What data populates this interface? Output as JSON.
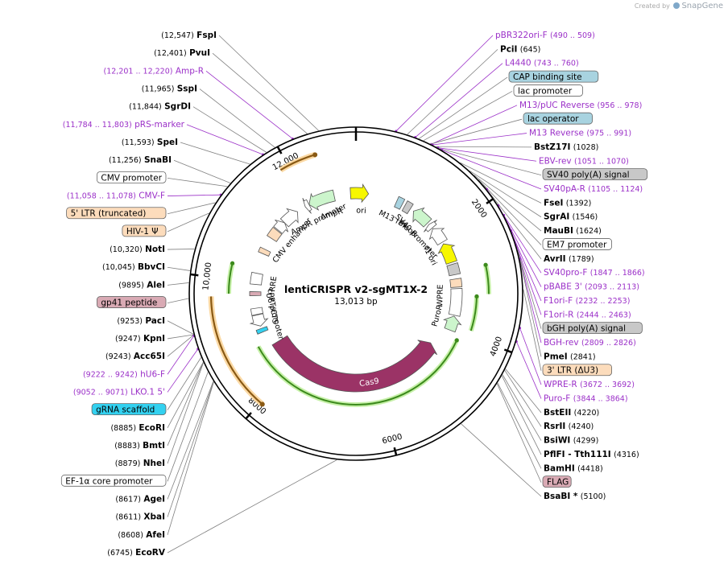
{
  "app": {
    "credit_prefix": "Created by",
    "credit_brand": "SnapGene"
  },
  "plasmid": {
    "name": "lentiCRISPR v2-sgMT1X-2",
    "length_label": "13,013 bp",
    "total_bp": 13013
  },
  "colors": {
    "enzyme": "#000000",
    "primer": "#9b30c8",
    "leader": "#808080",
    "primer_leader": "#9b30c8",
    "backbone": "#000000"
  },
  "ticks": [
    {
      "label": "2000",
      "pos": 2000
    },
    {
      "label": "4000",
      "pos": 4000
    },
    {
      "label": "6000",
      "pos": 6000
    },
    {
      "label": "8000",
      "pos": 8000
    },
    {
      "label": "10,000",
      "pos": 10000
    },
    {
      "label": "12,000",
      "pos": 12000
    }
  ],
  "labels_left": [
    {
      "kind": "enzyme",
      "name": "FspI",
      "coord": "(12,547)",
      "pos": 12547
    },
    {
      "kind": "enzyme",
      "name": "PvuI",
      "coord": "(12,401)",
      "pos": 12401
    },
    {
      "kind": "primer",
      "name": "Amp-R",
      "coord": "(12,201 .. 12,220)",
      "pos": 12210
    },
    {
      "kind": "enzyme",
      "name": "SspI",
      "coord": "(11,965)",
      "pos": 11965
    },
    {
      "kind": "enzyme",
      "name": "SgrDI",
      "coord": "(11,844)",
      "pos": 11844
    },
    {
      "kind": "primer",
      "name": "pRS-marker",
      "coord": "(11,784 .. 11,803)",
      "pos": 11793
    },
    {
      "kind": "enzyme",
      "name": "SpeI",
      "coord": "(11,593)",
      "pos": 11593
    },
    {
      "kind": "enzyme",
      "name": "SnaBI",
      "coord": "(11,256)",
      "pos": 11256
    },
    {
      "kind": "feature",
      "name": "CMV promoter",
      "fill": "#ffffff",
      "pos": 11200
    },
    {
      "kind": "primer",
      "name": "CMV-F",
      "coord": "(11,058 .. 11,078)",
      "pos": 11068
    },
    {
      "kind": "feature",
      "name": "5' LTR (truncated)",
      "fill": "#fcdcbc",
      "pos": 10950
    },
    {
      "kind": "feature",
      "name": "HIV-1 Ψ",
      "fill": "#fcdcbc",
      "pos": 10800
    },
    {
      "kind": "enzyme",
      "name": "NotI",
      "coord": "(10,320)",
      "pos": 10320
    },
    {
      "kind": "enzyme",
      "name": "BbvCI",
      "coord": "(10,045)",
      "pos": 10045
    },
    {
      "kind": "enzyme",
      "name": "AleI",
      "coord": "(9895)",
      "pos": 9895
    },
    {
      "kind": "feature",
      "name": "gp41 peptide",
      "fill": "#d9aab4",
      "pos": 9700
    },
    {
      "kind": "enzyme",
      "name": "PacI",
      "coord": "(9253)",
      "pos": 9253
    },
    {
      "kind": "enzyme",
      "name": "KpnI",
      "coord": "(9247)",
      "pos": 9247
    },
    {
      "kind": "enzyme",
      "name": "Acc65I",
      "coord": "(9243)",
      "pos": 9243
    },
    {
      "kind": "primer",
      "name": "hU6-F",
      "coord": "(9222 .. 9242)",
      "pos": 9232
    },
    {
      "kind": "primer",
      "name": "LKO.1 5'",
      "coord": "(9052 .. 9071)",
      "pos": 9061
    },
    {
      "kind": "feature",
      "name": "gRNA scaffold",
      "fill": "#33d1f0",
      "pos": 8950
    },
    {
      "kind": "enzyme",
      "name": "EcoRI",
      "coord": "(8885)",
      "pos": 8885
    },
    {
      "kind": "enzyme",
      "name": "BmtI",
      "coord": "(8883)",
      "pos": 8883
    },
    {
      "kind": "enzyme",
      "name": "NheI",
      "coord": "(8879)",
      "pos": 8879
    },
    {
      "kind": "feature",
      "name": "EF-1α core promoter",
      "fill": "#ffffff",
      "pos": 8750
    },
    {
      "kind": "enzyme",
      "name": "AgeI",
      "coord": "(8617)",
      "pos": 8617
    },
    {
      "kind": "enzyme",
      "name": "XbaI",
      "coord": "(8611)",
      "pos": 8611
    },
    {
      "kind": "enzyme",
      "name": "AfeI",
      "coord": "(8608)",
      "pos": 8608
    },
    {
      "kind": "enzyme",
      "name": "EcoRV",
      "coord": "(6745)",
      "pos": 6745
    }
  ],
  "labels_right": [
    {
      "kind": "primer",
      "name": "pBR322ori-F",
      "coord": "(490 .. 509)",
      "pos": 500
    },
    {
      "kind": "enzyme",
      "name": "PciI",
      "coord": "(645)",
      "pos": 645
    },
    {
      "kind": "primer",
      "name": "L4440",
      "coord": "(743 .. 760)",
      "pos": 751
    },
    {
      "kind": "feature",
      "name": "CAP binding site",
      "fill": "#a8d3e0",
      "pos": 800
    },
    {
      "kind": "feature",
      "name": "lac promoter",
      "fill": "#ffffff",
      "pos": 860
    },
    {
      "kind": "primer",
      "name": "M13/pUC Reverse",
      "coord": "(956 .. 978)",
      "pos": 967
    },
    {
      "kind": "feature",
      "name": "lac operator",
      "fill": "#a8d3e0",
      "pos": 960
    },
    {
      "kind": "primer",
      "name": "M13 Reverse",
      "coord": "(975 .. 991)",
      "pos": 983
    },
    {
      "kind": "enzyme",
      "name": "BstZ17I",
      "coord": "(1028)",
      "pos": 1028
    },
    {
      "kind": "primer",
      "name": "EBV-rev",
      "coord": "(1051 .. 1070)",
      "pos": 1060
    },
    {
      "kind": "feature",
      "name": "SV40 poly(A) signal",
      "fill": "#c8c8c8",
      "pos": 1080
    },
    {
      "kind": "primer",
      "name": "SV40pA-R",
      "coord": "(1105 .. 1124)",
      "pos": 1114
    },
    {
      "kind": "enzyme",
      "name": "FseI",
      "coord": "(1392)",
      "pos": 1392
    },
    {
      "kind": "enzyme",
      "name": "SgrAI",
      "coord": "(1546)",
      "pos": 1546
    },
    {
      "kind": "enzyme",
      "name": "MauBI",
      "coord": "(1624)",
      "pos": 1624
    },
    {
      "kind": "feature",
      "name": "EM7 promoter",
      "fill": "#ffffff",
      "pos": 1700
    },
    {
      "kind": "enzyme",
      "name": "AvrII",
      "coord": "(1789)",
      "pos": 1789
    },
    {
      "kind": "primer",
      "name": "SV40pro-F",
      "coord": "(1847 .. 1866)",
      "pos": 1856
    },
    {
      "kind": "primer",
      "name": "pBABE 3'",
      "coord": "(2093 .. 2113)",
      "pos": 2103
    },
    {
      "kind": "primer",
      "name": "F1ori-F",
      "coord": "(2232 .. 2253)",
      "pos": 2242
    },
    {
      "kind": "primer",
      "name": "F1ori-R",
      "coord": "(2444 .. 2463)",
      "pos": 2453
    },
    {
      "kind": "feature",
      "name": "bGH poly(A) signal",
      "fill": "#c8c8c8",
      "pos": 2700
    },
    {
      "kind": "primer",
      "name": "BGH-rev",
      "coord": "(2809 .. 2826)",
      "pos": 2817
    },
    {
      "kind": "enzyme",
      "name": "PmeI",
      "coord": "(2841)",
      "pos": 2841
    },
    {
      "kind": "feature",
      "name": "3' LTR (ΔU3)",
      "fill": "#fcdcbc",
      "pos": 3200
    },
    {
      "kind": "primer",
      "name": "WPRE-R",
      "coord": "(3672 .. 3692)",
      "pos": 3682
    },
    {
      "kind": "primer",
      "name": "Puro-F",
      "coord": "(3844 .. 3864)",
      "pos": 3854
    },
    {
      "kind": "enzyme",
      "name": "BstEII",
      "coord": "(4220)",
      "pos": 4220
    },
    {
      "kind": "enzyme",
      "name": "RsrII",
      "coord": "(4240)",
      "pos": 4240
    },
    {
      "kind": "enzyme",
      "name": "BsiWI",
      "coord": "(4299)",
      "pos": 4299
    },
    {
      "kind": "enzyme",
      "name": "PflFI - Tth111I",
      "coord": "(4316)",
      "pos": 4316
    },
    {
      "kind": "enzyme",
      "name": "BamHI",
      "coord": "(4418)",
      "pos": 4418
    },
    {
      "kind": "feature",
      "name": "FLAG",
      "fill": "#d9aab4",
      "pos": 4430
    },
    {
      "kind": "enzyme",
      "name": "BsaBI *",
      "coord": "(5100)",
      "pos": 5100
    }
  ],
  "inner_labels": [
    {
      "text": "M13 rev",
      "pos": 960
    },
    {
      "text": "BleoR",
      "pos": 1390
    },
    {
      "text": "SV40 promoter",
      "pos": 1680
    },
    {
      "text": "f1 ori",
      "pos": 2280
    },
    {
      "text": "WPRE",
      "pos": 3300
    },
    {
      "text": "PuroR",
      "pos": 3800
    },
    {
      "text": "Cas9",
      "pos": 6200
    },
    {
      "text": "U6 promoter",
      "pos": 9200
    },
    {
      "text": "cPPT/CTS",
      "pos": 9450
    },
    {
      "text": "RRE",
      "pos": 10000
    },
    {
      "text": "CMV enhancer",
      "pos": 11200
    },
    {
      "text": "AmpR promoter",
      "pos": 12050
    },
    {
      "text": "AmpR",
      "pos": 12400
    },
    {
      "text": "ori",
      "pos": 130
    }
  ],
  "features": [
    {
      "name": "ori",
      "start": 12900,
      "end": 260,
      "ring": "inner",
      "fill": "#f7f700",
      "dir": 1
    },
    {
      "name": "AmpR",
      "start": 12010,
      "end": 12560,
      "ring": "inner",
      "fill": "#ccf5cc",
      "dir": -1
    },
    {
      "name": "AmpR promoter",
      "start": 11920,
      "end": 12010,
      "ring": "inner",
      "fill": "#ffffff",
      "dir": -1
    },
    {
      "name": "CMV enhancer",
      "start": 11380,
      "end": 11730,
      "ring": "inner",
      "fill": "#ffffff",
      "dir": 1
    },
    {
      "name": "CMV promoter",
      "start": 11180,
      "end": 11380,
      "ring": "inner",
      "fill": "#ffffff",
      "dir": 1
    },
    {
      "name": "5' LTR",
      "start": 10960,
      "end": 11160,
      "ring": "inner",
      "fill": "#fcdcbc",
      "dir": 0
    },
    {
      "name": "HIV-1 psi",
      "start": 10600,
      "end": 10700,
      "ring": "inner",
      "fill": "#fcdcbc",
      "dir": 0
    },
    {
      "name": "RRE",
      "start": 9950,
      "end": 10180,
      "ring": "inner",
      "fill": "#ffffff",
      "dir": 0
    },
    {
      "name": "gp41 peptide",
      "start": 9720,
      "end": 9800,
      "ring": "inner",
      "fill": "#d9aab4",
      "dir": 0
    },
    {
      "name": "cPPT/CTS",
      "start": 9330,
      "end": 9460,
      "ring": "inner",
      "fill": "#ffffff",
      "dir": 0
    },
    {
      "name": "U6 promoter",
      "start": 9080,
      "end": 9320,
      "ring": "inner",
      "fill": "#ffffff",
      "dir": -1
    },
    {
      "name": "gRNA scaffold",
      "start": 8950,
      "end": 9030,
      "ring": "inner",
      "fill": "#33d1f0",
      "dir": 0
    },
    {
      "name": "Cas9",
      "start": 4460,
      "end": 8620,
      "ring": "cas9",
      "fill": "#9b3366",
      "dir": -1
    },
    {
      "name": "PuroR",
      "start": 3720,
      "end": 4020,
      "ring": "inner",
      "fill": "#ccf5cc",
      "dir": -1
    },
    {
      "name": "WPRE",
      "start": 3150,
      "end": 3700,
      "ring": "inner",
      "fill": "#ffffff",
      "dir": 0
    },
    {
      "name": "3' LTR",
      "start": 2950,
      "end": 3120,
      "ring": "inner",
      "fill": "#fcdcbc",
      "dir": 0
    },
    {
      "name": "bGH",
      "start": 2640,
      "end": 2860,
      "ring": "inner",
      "fill": "#c8c8c8",
      "dir": 0
    },
    {
      "name": "f1 ori",
      "start": 2180,
      "end": 2600,
      "ring": "inner",
      "fill": "#f7f700",
      "dir": -1
    },
    {
      "name": "SV40 promoter",
      "start": 1800,
      "end": 2140,
      "ring": "inner",
      "fill": "#ffffff",
      "dir": -1
    },
    {
      "name": "EM7",
      "start": 1680,
      "end": 1780,
      "ring": "inner",
      "fill": "#ffffff",
      "dir": -1
    },
    {
      "name": "BleoR",
      "start": 1260,
      "end": 1640,
      "ring": "inner",
      "fill": "#ccf5cc",
      "dir": -1
    },
    {
      "name": "SV40pA",
      "start": 1050,
      "end": 1180,
      "ring": "inner",
      "fill": "#c8c8c8",
      "dir": 0
    },
    {
      "name": "lac",
      "start": 860,
      "end": 990,
      "ring": "inner",
      "fill": "#a8d3e0",
      "dir": 0
    }
  ],
  "orange_arcs": [
    {
      "name": "orange-top",
      "start": 11880,
      "end": 12420,
      "dir": 1
    },
    {
      "name": "orange-left",
      "start": 7960,
      "end": 9720,
      "dir": -1
    }
  ],
  "green_arcs": [
    {
      "name": "green-right",
      "start": 2800,
      "end": 3260,
      "dir": -1
    },
    {
      "name": "green-right-2",
      "start": 3300,
      "end": 3900,
      "dir": -1
    },
    {
      "name": "green-left",
      "start": 9760,
      "end": 10260,
      "dir": 1
    },
    {
      "name": "green-bottom",
      "start": 4150,
      "end": 8730,
      "dir": -1
    }
  ]
}
